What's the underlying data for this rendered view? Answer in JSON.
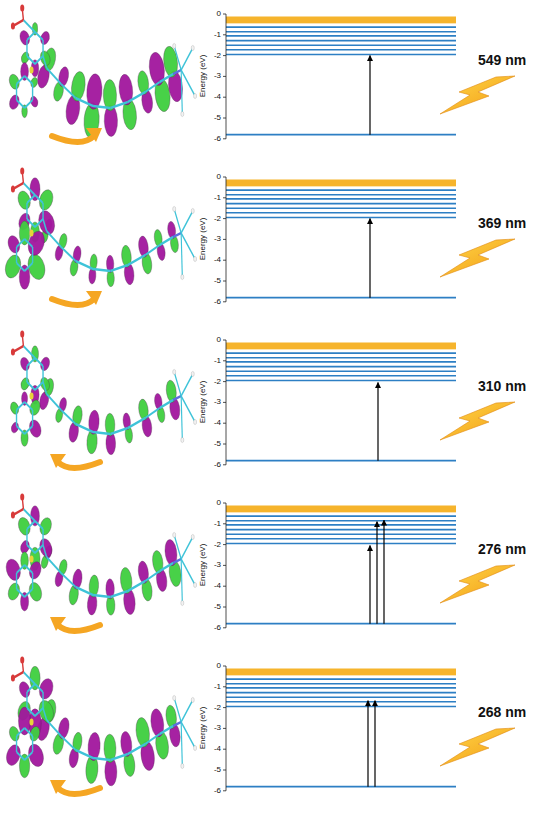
{
  "diagram": {
    "labels": [
      "Energy (eV)",
      "0",
      "-1",
      "-2",
      "-3",
      "-4",
      "-5",
      "-6",
      "549 nm",
      "Energy (eV)",
      "0",
      "-1",
      "-2",
      "-3",
      "-4",
      "-5",
      "-6",
      "369 nm",
      "Energy (eV)",
      "0",
      "-1",
      "-2",
      "-3",
      "-4",
      "-5",
      "-6",
      "310 nm",
      "Energy (eV)",
      "0",
      "-1",
      "-2",
      "-3",
      "-4",
      "-5",
      "-6",
      "276 nm",
      "Energy (eV)",
      "0",
      "-1",
      "-2",
      "-3",
      "-4",
      "-5",
      "-6",
      "268 nm"
    ]
  }
}
